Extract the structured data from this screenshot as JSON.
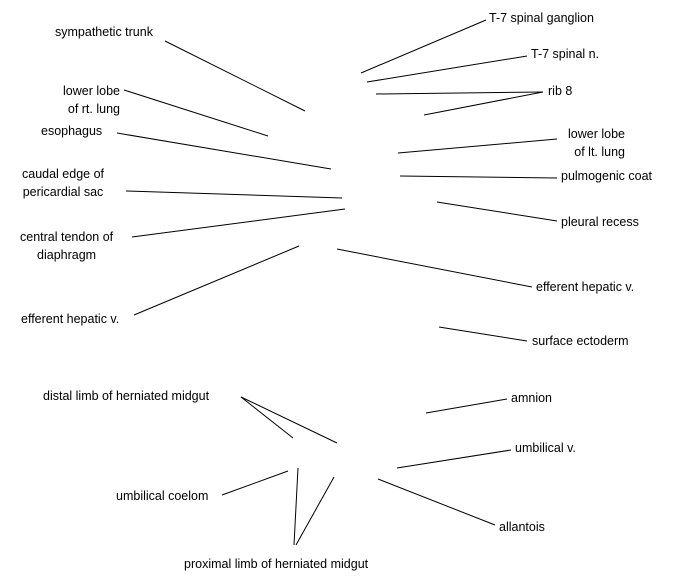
{
  "diagram": {
    "labels": {
      "sympathetic_trunk": "sympathetic trunk",
      "lower_lobe_rt_lung": "lower lobe\nof rt. lung",
      "esophagus": "esophagus",
      "caudal_edge_pericardial_sac": "caudal edge of\npericardial sac",
      "central_tendon_diaphragm": "central tendon of\ndiaphragm",
      "efferent_hepatic_v_left": "efferent hepatic v.",
      "t7_spinal_ganglion": "T-7 spinal ganglion",
      "t7_spinal_n": "T-7 spinal n.",
      "rib_8": "rib 8",
      "lower_lobe_lt_lung": "lower lobe\nof lt. lung",
      "pulmogenic_coat": "pulmogenic coat",
      "pleural_recess": "pleural recess",
      "efferent_hepatic_v_right": "efferent hepatic v.",
      "surface_ectoderm": "surface ectoderm",
      "distal_limb_herniated_midgut": "distal limb of herniated midgut",
      "amnion": "amnion",
      "umbilical_v": "umbilical v.",
      "umbilical_coelom": "umbilical coelom",
      "allantois": "allantois",
      "proximal_limb_herniated_midgut": "proximal limb of herniated midgut"
    },
    "colors": {
      "line": "#000000",
      "text": "#000000",
      "background": "#ffffff"
    }
  }
}
